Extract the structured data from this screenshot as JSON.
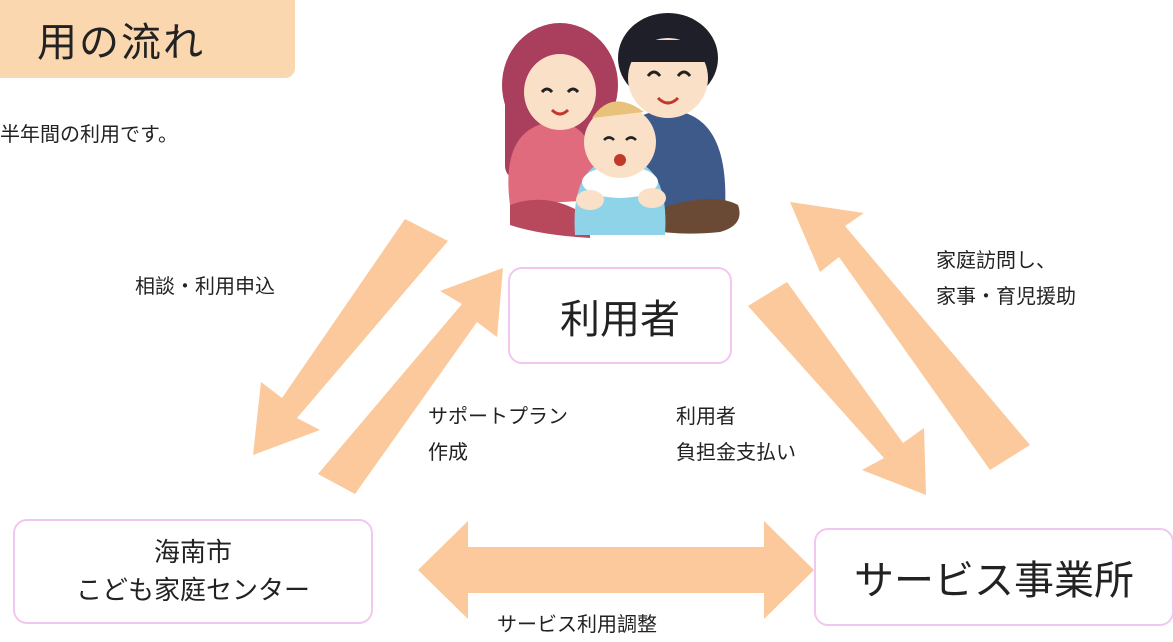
{
  "title": "用の流れ",
  "intro": "半年間の利用です。",
  "nodes": {
    "user": "利用者",
    "center_line1": "海南市",
    "center_line2": "こども家庭センター",
    "service": "サービス事業所"
  },
  "edges": {
    "consult": "相談・利用申込",
    "visit_line1": "家庭訪問し、",
    "visit_line2": "家事・育児援助",
    "plan_line1": "サポートプラン",
    "plan_line2": "作成",
    "pay_line1": "利用者",
    "pay_line2": "負担金支払い",
    "adjust": "サービス利用調整"
  },
  "colors": {
    "arrow": "#fbc99b",
    "title_bg": "#fbd7b0",
    "box_border": "#f3c6f1"
  },
  "icons": [
    "family-illustration",
    "arrow-shapes"
  ]
}
